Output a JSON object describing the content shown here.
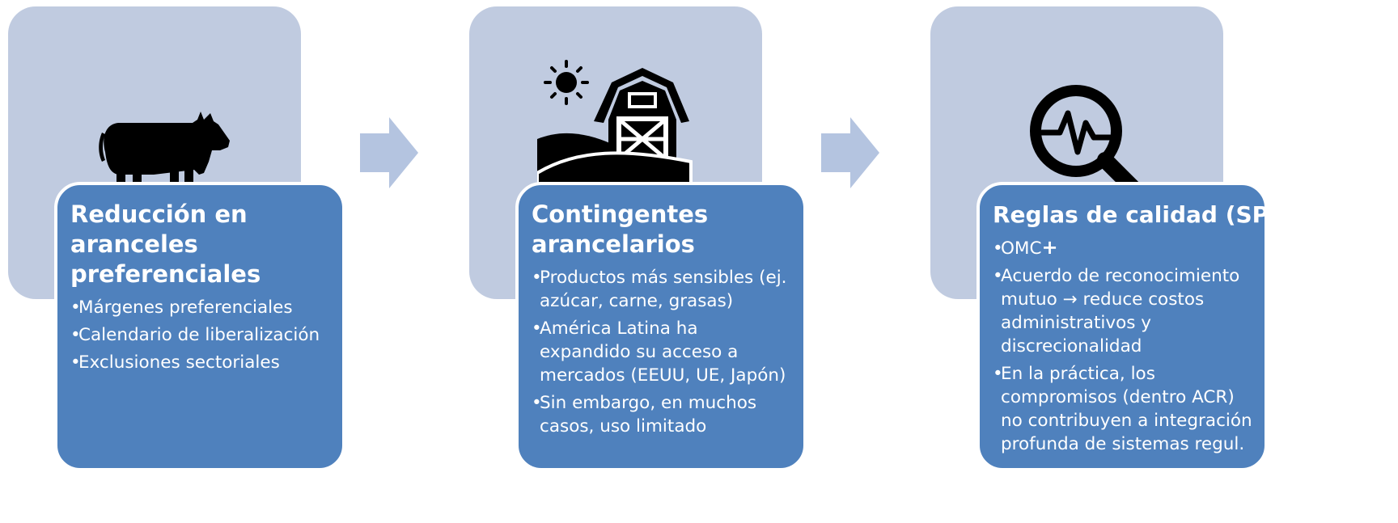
{
  "colors": {
    "back_panel": "#c0cbe0",
    "front_panel": "#4f81bd",
    "arrow": "#b4c4e0",
    "icon": "#000000",
    "text": "#ffffff"
  },
  "steps": [
    {
      "icon": "cow-icon",
      "title": "Reducción en aranceles preferenciales",
      "bullets": [
        "Márgenes preferenciales",
        "Calendario de liberalización",
        "Exclusiones sectoriales"
      ]
    },
    {
      "icon": "farm-barn-icon",
      "title": "Contingentes arancelarios",
      "bullets": [
        "Productos más sensibles (ej. azúcar, carne, grasas)",
        "América Latina ha expandido su acceso a mercados (EEUU, UE, Japón)",
        "Sin embargo, en muchos casos, uso limitado"
      ]
    },
    {
      "icon": "magnifier-pulse-icon",
      "title": "Reglas de calidad (SPS)",
      "bullets": [
        "OMC",
        "Acuerdo de reconocimiento mutuo → reduce costos administrativos y discrecionalidad",
        "En la práctica, los compromisos (dentro ACR) no contribuyen a integración profunda de sistemas regul."
      ],
      "omc_suffix": "+"
    }
  ]
}
